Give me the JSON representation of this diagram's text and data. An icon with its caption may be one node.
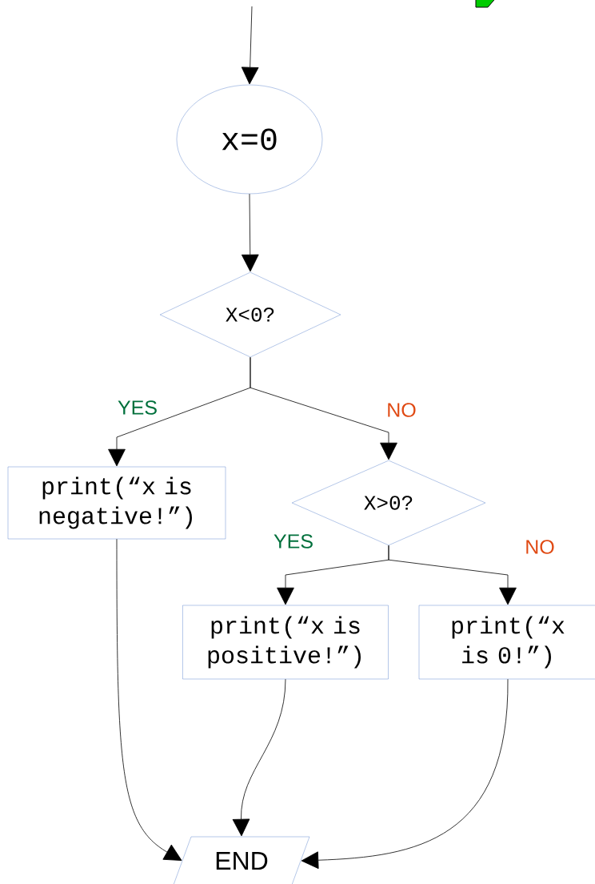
{
  "diagram": {
    "nodes": [
      {
        "text": [
          "x=0"
        ]
      },
      {
        "text": [
          "X<0?"
        ]
      },
      {
        "text": [
          "print(“x is negative!”)"
        ]
      },
      {
        "text": [
          "X>0?"
        ]
      },
      {
        "text": [
          "print(“x is positive!”)"
        ]
      },
      {
        "text": [
          "print(“x is 0!”)"
        ]
      },
      {
        "text": [
          "END"
        ]
      },
      {
        "text": [],
        "shape": "box"
      }
    ],
    "edges": [
      {
        "from": null,
        "to": 0,
        "arrow": "to"
      },
      {
        "from": 0,
        "to": 1,
        "arrow": "to"
      },
      {
        "from": 1,
        "to": 2,
        "arrow": "to",
        "label": "YES"
      },
      {
        "from": 1,
        "to": 3,
        "arrow": "to",
        "label": "NO"
      },
      {
        "from": 3,
        "to": 4,
        "arrow": "to",
        "label": "YES"
      },
      {
        "from": 3,
        "to": 5,
        "arrow": "to",
        "label": "NO"
      },
      {
        "from": 2,
        "to": 6,
        "arrow": "to"
      },
      {
        "from": 4,
        "to": 6,
        "arrow": "to"
      },
      {
        "from": 5,
        "to": 6,
        "arrow": "to"
      }
    ]
  }
}
